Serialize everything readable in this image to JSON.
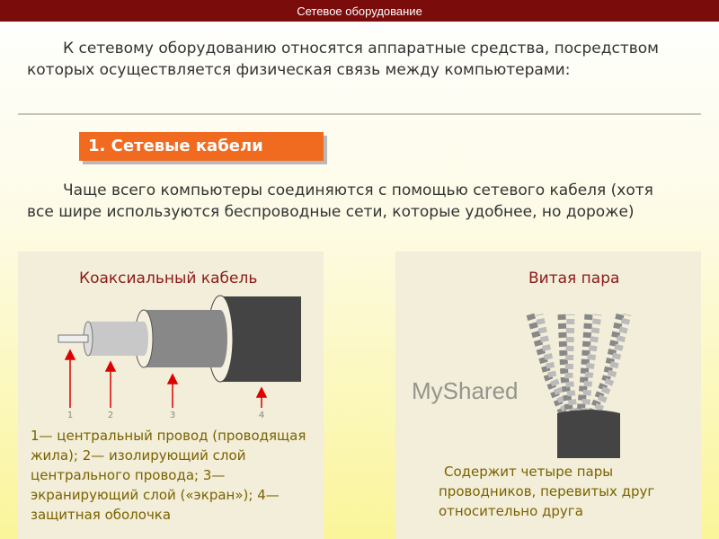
{
  "header": {
    "title": "Сетевое оборудование"
  },
  "intro": "К сетевому оборудованию относятся аппаратные средства, посредством которых осуществляется физическая связь между компьютерами:",
  "section": {
    "title": "1.  Сетевые кабели"
  },
  "paragraph": "Чаще всего компьютеры соединяются с помощью сетевого кабеля (хотя все шире используются беспроводные сети, которые удобнее, но дороже)",
  "coax": {
    "title": "Коаксиальный кабель",
    "labels": [
      "1",
      "2",
      "3",
      "4"
    ],
    "description": "1— центральный провод (проводящая жила); 2— изолирующий слой центрального провода; 3— экранирующий слой («экран»); 4— защитная оболочка"
  },
  "twisted": {
    "title": "Витая пара",
    "description": "Содержит четыре пары проводников, перевитых друг относительно друга"
  },
  "watermark": "MyShared",
  "colors": {
    "header": "#7b0c0c",
    "section": "#f06a20",
    "panel_title": "#8b1a1a",
    "description": "#7a6200"
  }
}
